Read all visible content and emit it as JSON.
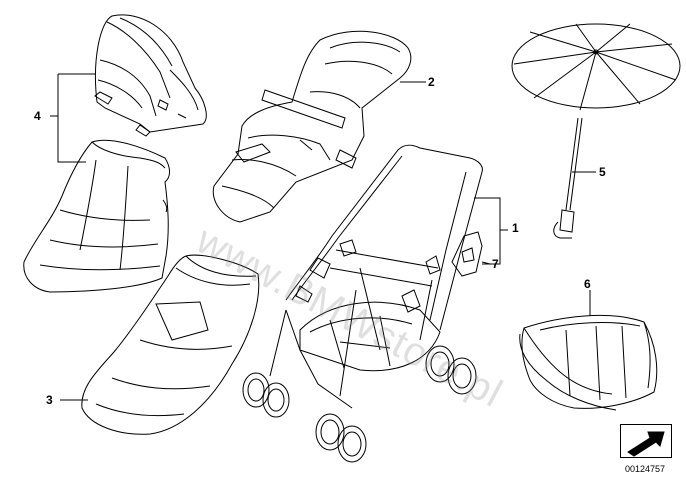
{
  "callouts": [
    {
      "id": "1",
      "label": "1"
    },
    {
      "id": "2",
      "label": "2"
    },
    {
      "id": "3",
      "label": "3"
    },
    {
      "id": "4",
      "label": "4"
    },
    {
      "id": "5",
      "label": "5"
    },
    {
      "id": "6",
      "label": "6"
    },
    {
      "id": "7",
      "label": "7"
    }
  ],
  "watermark": "www.BMWstore.pl",
  "reference_number": "00124757",
  "icons": {
    "parasol": "parasol-icon",
    "direction": "arrow-icon"
  }
}
